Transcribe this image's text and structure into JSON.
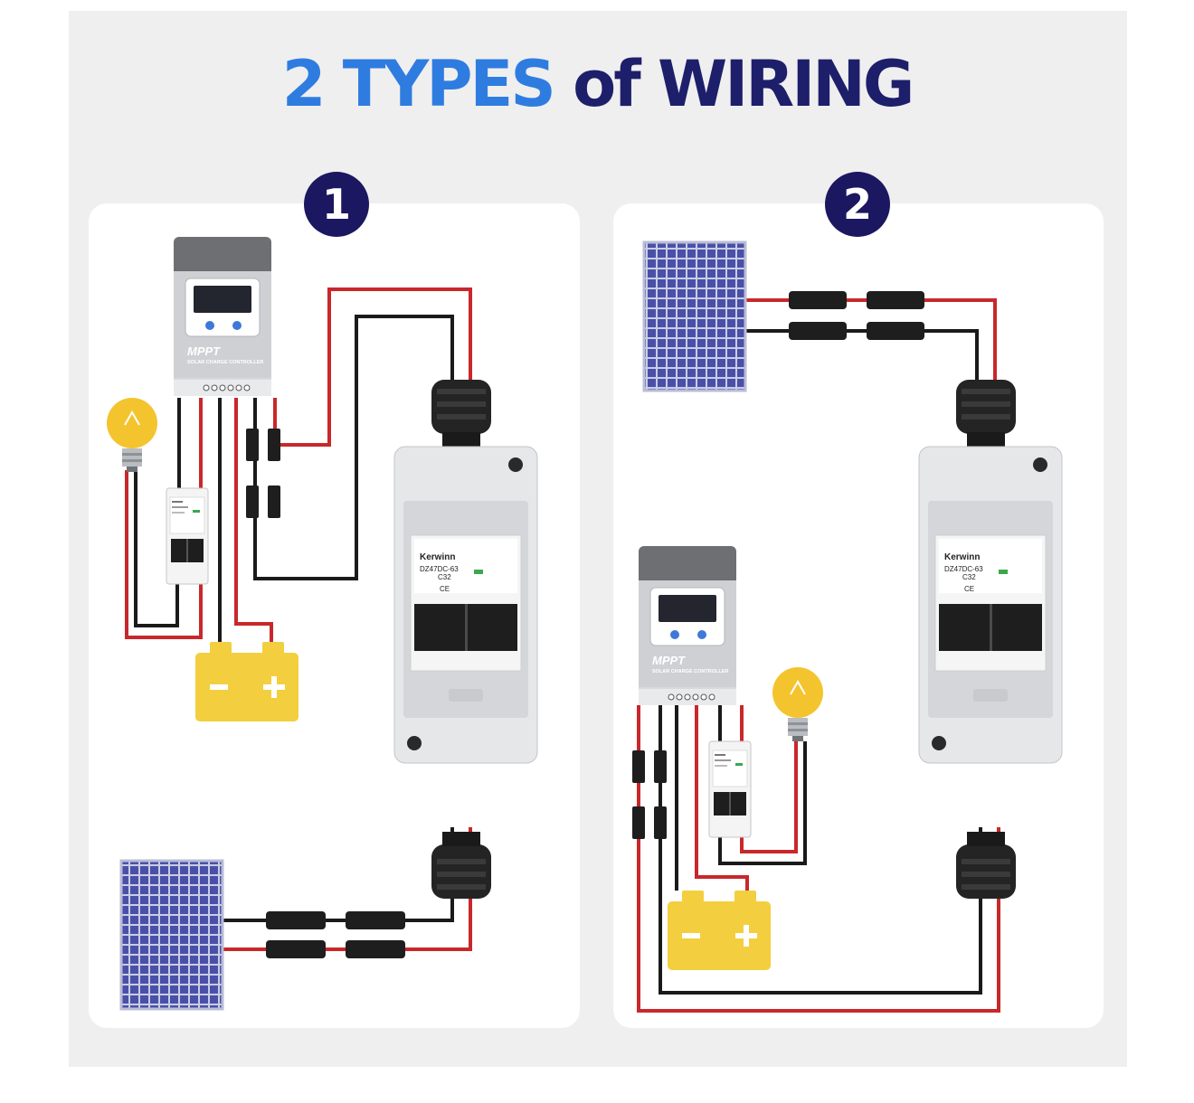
{
  "title": {
    "part1": "2 TYPES",
    "part2": "of WIRING"
  },
  "diagrams": [
    {
      "number": "1"
    },
    {
      "number": "2"
    }
  ],
  "controller": {
    "label": "MPPT",
    "sublabel": "SOLAR CHARGE CONTROLLER"
  },
  "breaker": {
    "brand": "Kerwinn",
    "model": "DZ47DC-63",
    "rating": "C32",
    "ce": "CE"
  },
  "battery": {
    "minus": "−",
    "plus": "+"
  },
  "colors": {
    "red_wire": "#c8282b",
    "black_wire": "#1a1a1a",
    "battery": "#f3cf3f",
    "bulb": "#f4c42e",
    "title_blue": "#2f7ce0",
    "title_navy": "#1d1f6b",
    "badge": "#1b1760"
  }
}
